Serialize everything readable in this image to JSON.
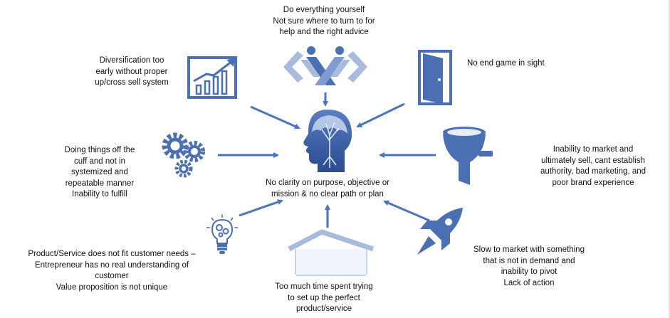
{
  "colors": {
    "primary": "#4a6fb3",
    "light": "#a9bbdc",
    "arrow": "#4a74be",
    "text": "#111111"
  },
  "icons": [
    "teamwork-icon",
    "door-icon",
    "funnel-icon",
    "rocket-icon",
    "house-icon",
    "lightbulb-icon",
    "gears-icon",
    "growth-chart-icon",
    "head-tree-icon"
  ],
  "center": {
    "lines": [
      "No clarity on purpose, objective or",
      "mission & no clear path or plan"
    ]
  },
  "nodes": {
    "top": {
      "lines": [
        "Do everything yourself",
        "Not sure where to turn to for",
        "help and the right advice"
      ]
    },
    "top_right": {
      "lines": [
        "No end game in sight"
      ]
    },
    "right": {
      "lines": [
        "Inability to market and",
        "ultimately sell, cant establish",
        "authority, bad marketing, and",
        "poor brand experience"
      ]
    },
    "bottom_right": {
      "lines": [
        "Slow to market with something",
        "that is not in demand and",
        "inability to pivot",
        "Lack of action"
      ]
    },
    "bottom": {
      "lines": [
        "Too much time spent trying",
        "to set up the perfect",
        "product/service"
      ]
    },
    "bottom_left": {
      "lines": [
        "Product/Service does not fit customer needs –",
        "Entrepreneur has no real understanding of",
        "customer",
        "Value proposition is not unique"
      ]
    },
    "left": {
      "lines": [
        "Doing things off the",
        "cuff and not in",
        "systemized and",
        "repeatable manner",
        "Inability to fulfill"
      ]
    },
    "top_left": {
      "lines": [
        "Diversification too",
        "early without proper",
        "up/cross sell system"
      ]
    }
  }
}
